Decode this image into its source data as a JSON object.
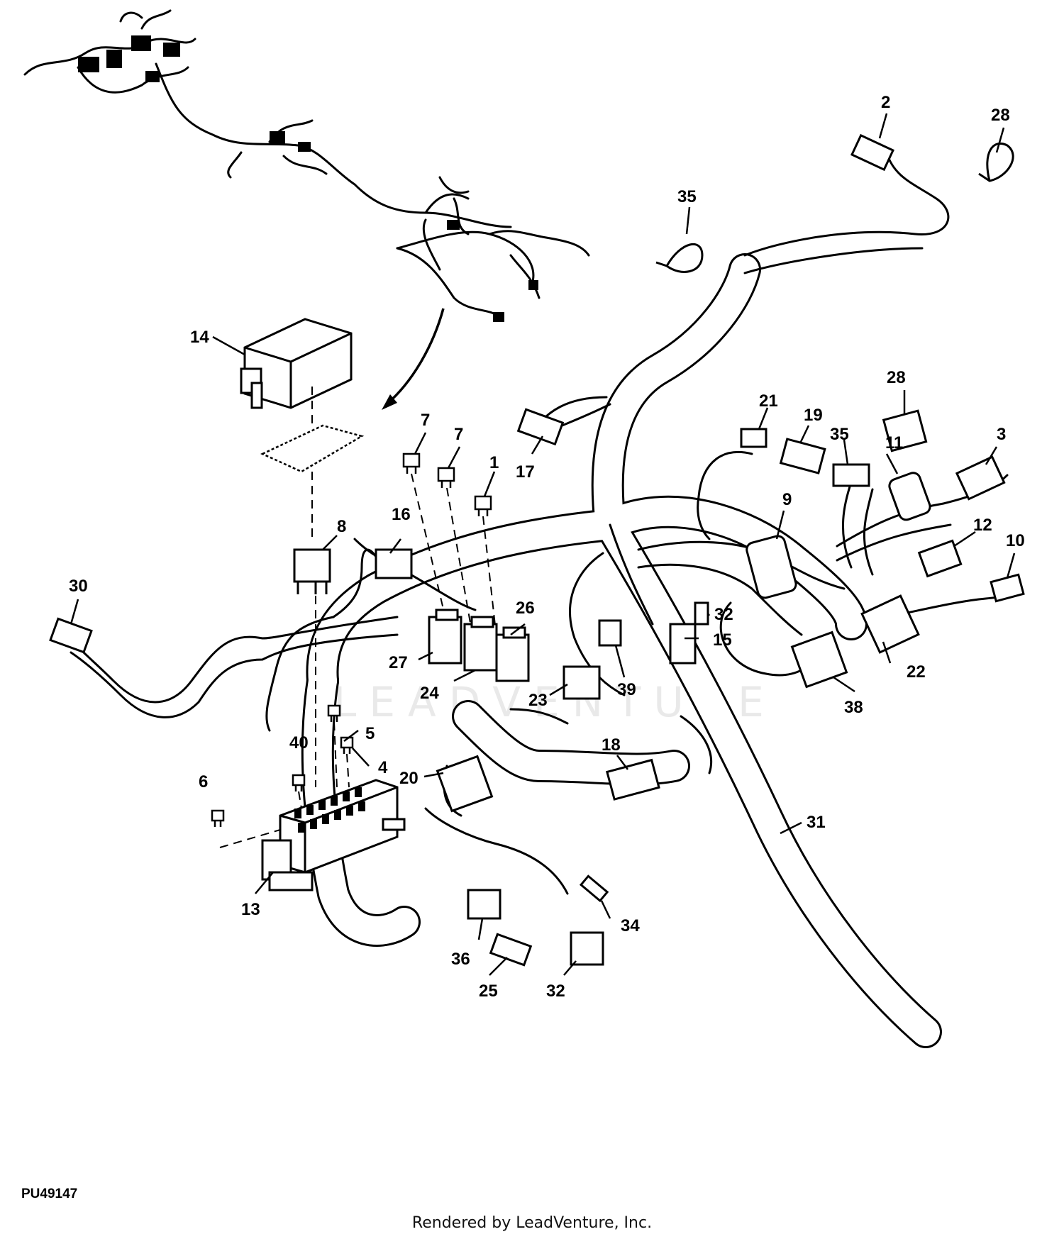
{
  "figure_id": "PU49147",
  "credit": "Rendered by LeadVenture, Inc.",
  "watermark": "LEADVENTURE",
  "callouts": [
    {
      "key": "c1",
      "label": "1"
    },
    {
      "key": "c2",
      "label": "2"
    },
    {
      "key": "c3",
      "label": "3"
    },
    {
      "key": "c4",
      "label": "4"
    },
    {
      "key": "c5",
      "label": "5"
    },
    {
      "key": "c6",
      "label": "6"
    },
    {
      "key": "c7a",
      "label": "7"
    },
    {
      "key": "c7b",
      "label": "7"
    },
    {
      "key": "c8",
      "label": "8"
    },
    {
      "key": "c9",
      "label": "9"
    },
    {
      "key": "c10",
      "label": "10"
    },
    {
      "key": "c11",
      "label": "11"
    },
    {
      "key": "c12",
      "label": "12"
    },
    {
      "key": "c13",
      "label": "13"
    },
    {
      "key": "c14",
      "label": "14"
    },
    {
      "key": "c15",
      "label": "15"
    },
    {
      "key": "c16",
      "label": "16"
    },
    {
      "key": "c17",
      "label": "17"
    },
    {
      "key": "c18",
      "label": "18"
    },
    {
      "key": "c19",
      "label": "19"
    },
    {
      "key": "c20",
      "label": "20"
    },
    {
      "key": "c21",
      "label": "21"
    },
    {
      "key": "c22",
      "label": "22"
    },
    {
      "key": "c23",
      "label": "23"
    },
    {
      "key": "c24",
      "label": "24"
    },
    {
      "key": "c25",
      "label": "25"
    },
    {
      "key": "c26",
      "label": "26"
    },
    {
      "key": "c27",
      "label": "27"
    },
    {
      "key": "c28a",
      "label": "28"
    },
    {
      "key": "c28b",
      "label": "28"
    },
    {
      "key": "c30",
      "label": "30"
    },
    {
      "key": "c31",
      "label": "31"
    },
    {
      "key": "c32a",
      "label": "32"
    },
    {
      "key": "c32b",
      "label": "32"
    },
    {
      "key": "c34",
      "label": "34"
    },
    {
      "key": "c35a",
      "label": "35"
    },
    {
      "key": "c35b",
      "label": "35"
    },
    {
      "key": "c36",
      "label": "36"
    },
    {
      "key": "c38",
      "label": "38"
    },
    {
      "key": "c39",
      "label": "39"
    },
    {
      "key": "c40",
      "label": "40"
    }
  ]
}
